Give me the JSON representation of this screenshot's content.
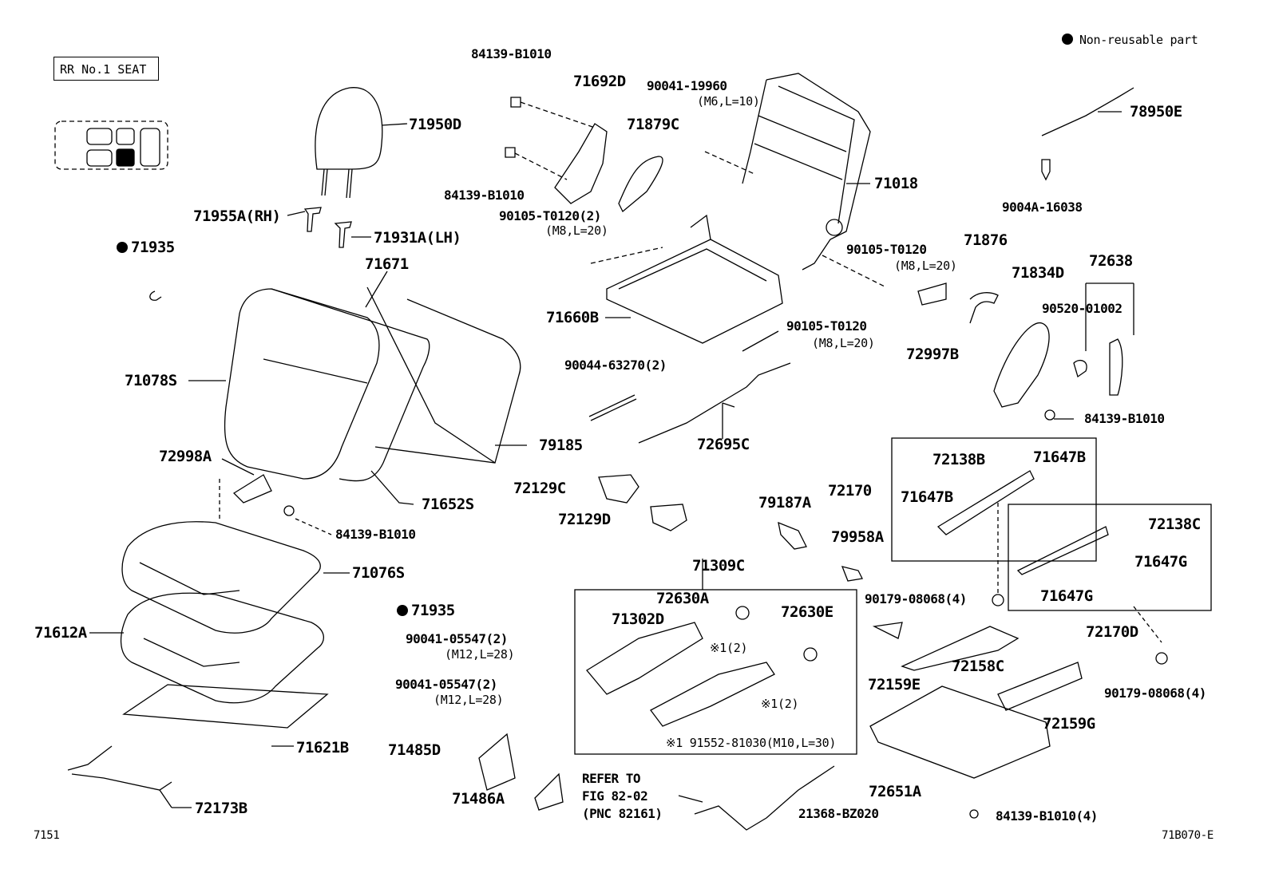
{
  "header": {
    "legend_text": "Non-reusable part",
    "seat_label": "RR No.1 SEAT"
  },
  "footer": {
    "left_code": "7151",
    "right_code": "71B070-E"
  },
  "parts": {
    "p84139_b1010_top": "84139-B1010",
    "p71692d": "71692D",
    "p90041_19960": "90041-19960",
    "p90041_19960_spec": "(M6,L=10)",
    "p78950e": "78950E",
    "p71950d": "71950D",
    "p71879c": "71879C",
    "p84139_b1010_b": "84139-B1010",
    "p71018": "71018",
    "p9004a_16038": "9004A-16038",
    "p90105_t0120_2": "90105-T0120(2)",
    "p90105_t0120_2_spec": "(M8,L=20)",
    "p71955a": "71955A(RH)",
    "p71931a": "71931A(LH)",
    "p71935_top": "71935",
    "p90105_t0120_r": "90105-T0120",
    "p90105_t0120_r_spec": "(M8,L=20)",
    "p71876": "71876",
    "p72638": "72638",
    "p71671": "71671",
    "p71834d": "71834D",
    "p90520_01002": "90520-01002",
    "p71660b": "71660B",
    "p90105_t0120_m": "90105-T0120",
    "p90105_t0120_m_spec": "(M8,L=20)",
    "p72997b": "72997B",
    "p71078s": "71078S",
    "p90044_63270": "90044-63270(2)",
    "p84139_b1010_r": "84139-B1010",
    "p79185": "79185",
    "p72695c": "72695C",
    "p72998a": "72998A",
    "p72138b": "72138B",
    "p71647b_a": "71647B",
    "p72170": "72170",
    "p71647b_b": "71647B",
    "p72129c": "72129C",
    "p71652s": "71652S",
    "p79187a": "79187A",
    "p72129d": "72129D",
    "p72138c": "72138C",
    "p84139_b1010_l": "84139-B1010",
    "p79958a": "79958A",
    "p71647g_a": "71647G",
    "p71309c": "71309C",
    "p71076s": "71076S",
    "p72630a": "72630A",
    "p90179_08068_a": "90179-08068(4)",
    "p71647g_b": "71647G",
    "p71935_mid": "71935",
    "p72630e": "72630E",
    "p71302d": "71302D",
    "p71612a": "71612A",
    "p72170d": "72170D",
    "p90041_05547_a": "90041-05547(2)",
    "p90041_05547_a_spec": "(M12,L=28)",
    "p_x1_2_a": "※1(2)",
    "p72158c": "72158C",
    "p72159e": "72159E",
    "p90041_05547_b": "90041-05547(2)",
    "p90041_05547_b_spec": "(M12,L=28)",
    "p_x1_2_b": "※1(2)",
    "p90179_08068_b": "90179-08068(4)",
    "p72159g": "72159G",
    "p91552_81030": "※1 91552-81030(M10,L=30)",
    "p71621b": "71621B",
    "p71485d": "71485D",
    "p72651a": "72651A",
    "p_refer_1": "REFER TO",
    "p_refer_2": "FIG 82-02",
    "p_refer_3": "(PNC 82161)",
    "p71486a": "71486A",
    "p72173b": "72173B",
    "p21368_bz020": "21368-BZ020",
    "p84139_b1010_4": "84139-B1010(4)"
  }
}
